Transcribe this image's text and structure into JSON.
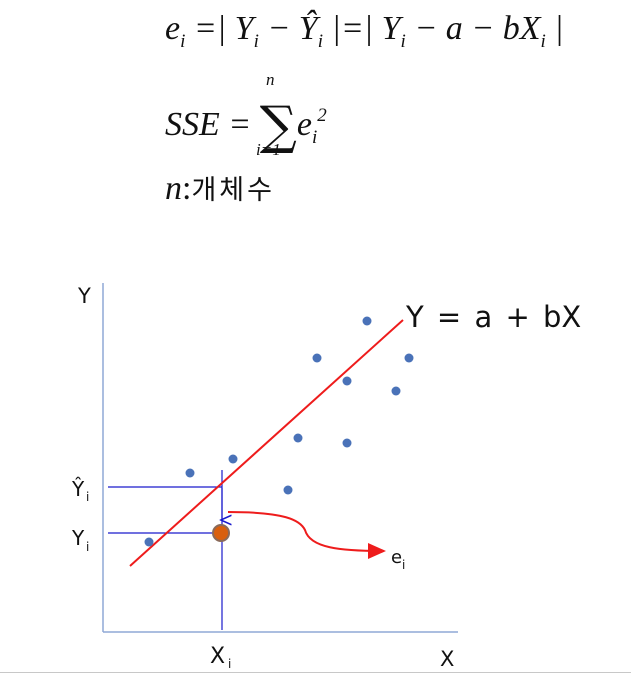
{
  "formulas": {
    "residual_lhs": "e",
    "residual_lhs_sub": "i",
    "residual_rhs": "=| Y",
    "residual_rhs_sub": "i",
    "residual_minus": " − Ŷ",
    "residual_hat_sub": "i",
    "residual_mid": " |=| Y",
    "residual_mid_sub": "i",
    "residual_tail": " − a − bX",
    "residual_tail_sub": "i",
    "residual_end": " |",
    "sse_lhs": "SSE =",
    "sse_sigma": "∑",
    "sse_upper": "n",
    "sse_lower": "i=1",
    "sse_term": "e",
    "sse_term_sub": "i",
    "sse_term_sup": "2",
    "n_symbol": "n",
    "n_colon": ":",
    "n_desc": "개체수"
  },
  "diagram": {
    "y_axis_label": "Y",
    "x_axis_label": "X",
    "line_label": "Y = a + bX",
    "y_hat_label": "Ŷ",
    "y_hat_sub": "i",
    "y_i_label": "Y",
    "y_i_sub": "i",
    "x_i_label": "X",
    "x_i_sub": "i",
    "e_label": "e",
    "e_sub": "i",
    "colors": {
      "axis": "#8fa8d6",
      "point": "#4a72b8",
      "regression_line": "#ee1c1c",
      "guide": "#1a1acc",
      "highlight_fill": "#d95f0e",
      "highlight_ring": "#8a6a5a"
    }
  }
}
